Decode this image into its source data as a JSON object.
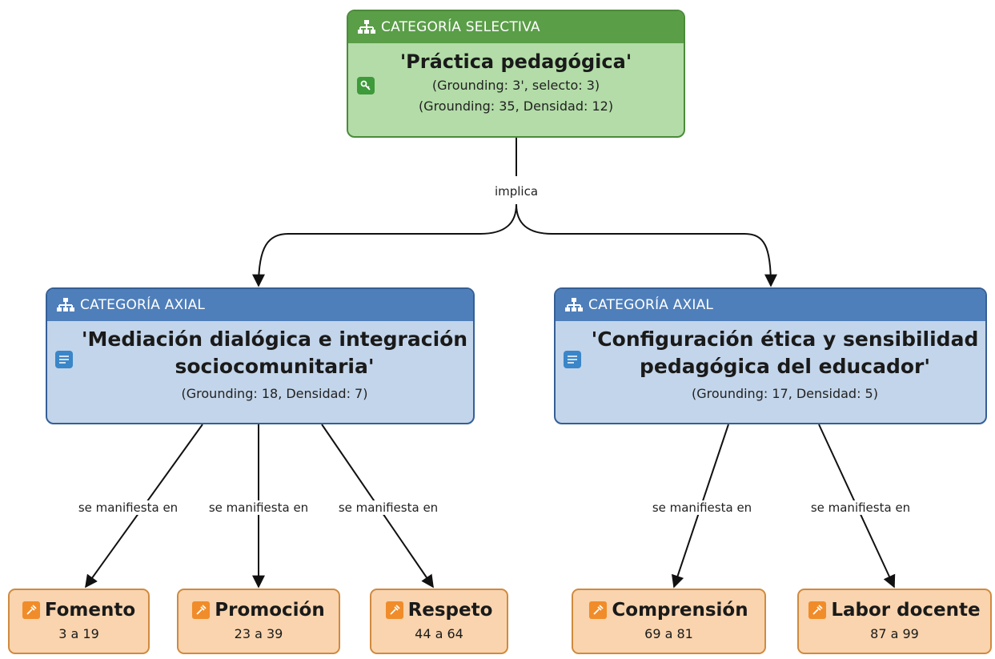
{
  "selective": {
    "header": "CATEGORÍA SELECTIVA",
    "title": "'Práctica pedagógica'",
    "meta1": "(Grounding: 3', selecto: 3)",
    "meta2": "(Grounding: 35, Densidad: 12)"
  },
  "edge_root_label": "implica",
  "axial": [
    {
      "header": "CATEGORÍA AXIAL",
      "title_line1": "'Mediación dialógica e integración",
      "title_line2": "sociocomunitaria'",
      "meta": "(Grounding: 18, Densidad: 7)"
    },
    {
      "header": "CATEGORÍA AXIAL",
      "title_line1": "'Configuración ética y sensibilidad",
      "title_line2": "pedagógica del educador'",
      "meta": "(Grounding: 17, Densidad: 5)"
    }
  ],
  "edge_labels": [
    "se manifiesta en",
    "se manifiesta en",
    "se manifiesta en",
    "se manifiesta en",
    "se manifiesta en"
  ],
  "leaves": [
    {
      "title": "Fomento",
      "range": "3 a 19"
    },
    {
      "title": "Promoción",
      "range": "23 a 39"
    },
    {
      "title": "Respeto",
      "range": "44 a 64"
    },
    {
      "title": "Comprensión",
      "range": "69 a 81"
    },
    {
      "title": "Labor docente",
      "range": "87 a 99"
    }
  ],
  "colors": {
    "selective_header": "#5a9e48",
    "selective_body": "#b3dca8",
    "axial_header": "#4f7fba",
    "axial_body": "#c3d5ea",
    "code_body": "#f9d4ae",
    "code_icon": "#f08c2a"
  },
  "icons": {
    "category": "hierarchy-icon",
    "selective_body": "key-icon",
    "axial_body": "memo-icon",
    "code": "code-icon"
  }
}
